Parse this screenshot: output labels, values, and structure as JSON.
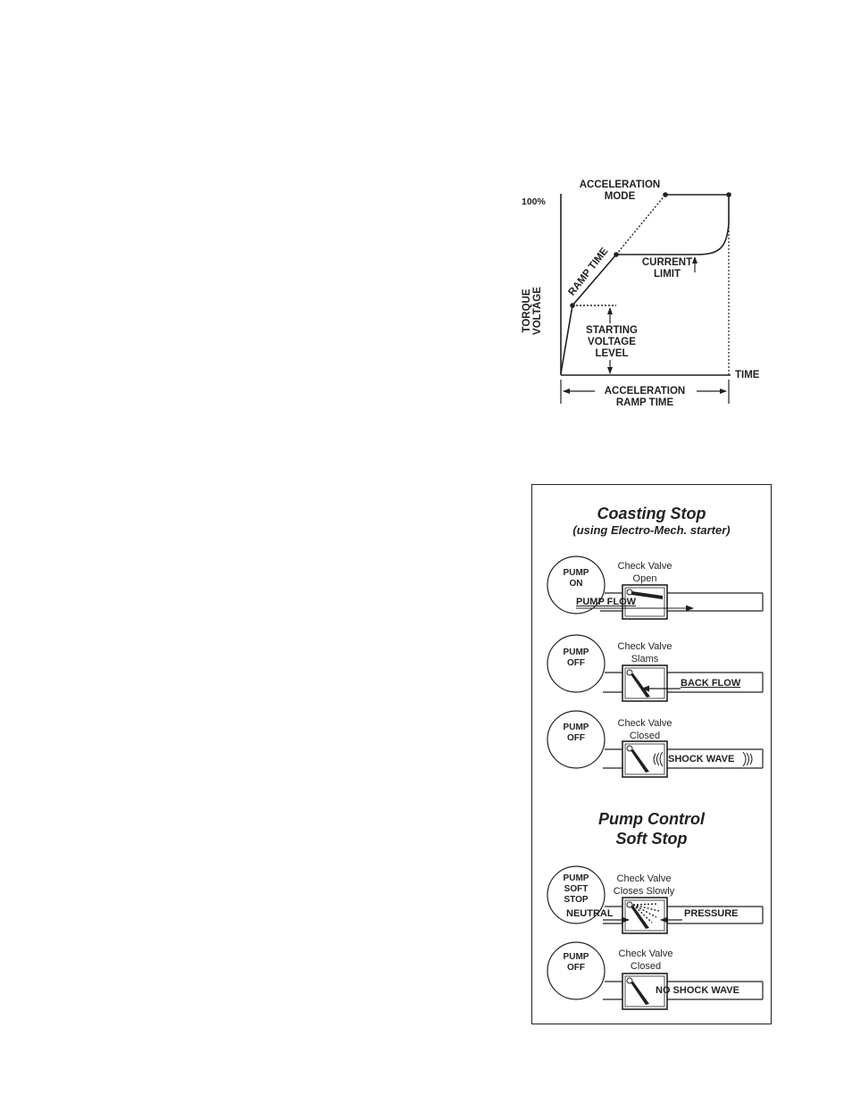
{
  "accel_chart": {
    "y_max_label": "100%",
    "y_axis_label_line1": "TORQUE",
    "y_axis_label_line2": "VOLTAGE",
    "x_axis_label": "TIME",
    "accel_mode_line1": "ACCELERATION",
    "accel_mode_line2": "MODE",
    "ramp_time": "RAMP TIME",
    "current_limit_line1": "CURRENT",
    "current_limit_line2": "LIMIT",
    "starting_voltage_line1": "STARTING",
    "starting_voltage_line2": "VOLTAGE",
    "starting_voltage_line3": "LEVEL",
    "accel_ramp_time_line1": "ACCELERATION",
    "accel_ramp_time_line2": "RAMP TIME"
  },
  "pump_panel": {
    "coasting_title": "Coasting Stop",
    "coasting_subtitle": "(using Electro-Mech. starter)",
    "soft_title_line1": "Pump Control",
    "soft_title_line2": "Soft Stop",
    "rows": [
      {
        "pump_line1": "PUMP",
        "pump_line2": "ON",
        "pump_line3": "",
        "valve_line1": "Check Valve",
        "valve_line2": "Open",
        "flow_label": "PUMP FLOW"
      },
      {
        "pump_line1": "PUMP",
        "pump_line2": "OFF",
        "pump_line3": "",
        "valve_line1": "Check Valve",
        "valve_line2": "Slams",
        "flow_label": "BACK FLOW"
      },
      {
        "pump_line1": "PUMP",
        "pump_line2": "OFF",
        "pump_line3": "",
        "valve_line1": "Check Valve",
        "valve_line2": "Closed",
        "flow_label": "SHOCK WAVE"
      },
      {
        "pump_line1": "PUMP",
        "pump_line2": "SOFT",
        "pump_line3": "STOP",
        "valve_line1": "Check Valve",
        "valve_line2": "Closes Slowly",
        "flow_label_left": "NEUTRAL",
        "flow_label": "PRESSURE"
      },
      {
        "pump_line1": "PUMP",
        "pump_line2": "OFF",
        "pump_line3": "",
        "valve_line1": "Check Valve",
        "valve_line2": "Closed",
        "flow_label": "NO SHOCK WAVE"
      }
    ]
  }
}
